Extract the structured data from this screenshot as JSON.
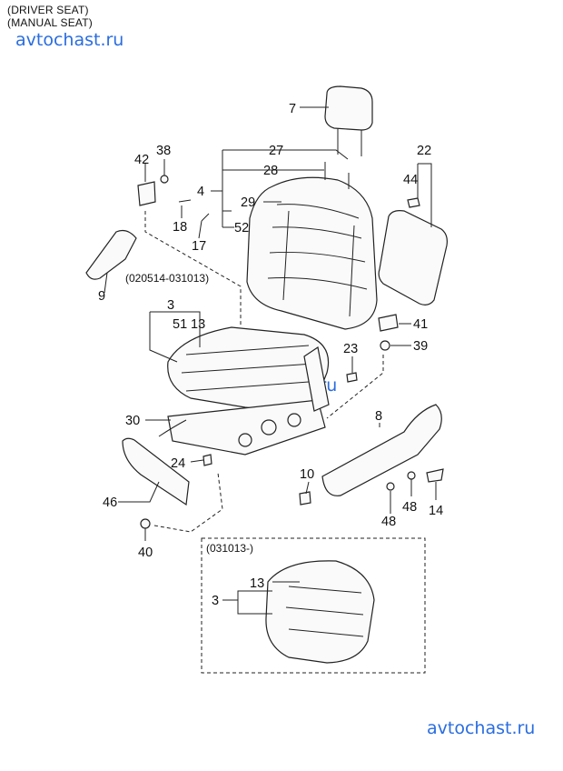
{
  "header": {
    "line1": "(DRIVER SEAT)",
    "line2": "(MANUAL SEAT)"
  },
  "watermark": {
    "text": "avtochast.ru",
    "color": "#2a6de0"
  },
  "variants": {
    "early": "(020514-031013)",
    "late": "(031013-)"
  },
  "callouts": {
    "n7": "7",
    "n27": "27",
    "n22": "22",
    "n38": "38",
    "n42": "42",
    "n28": "28",
    "n4": "4",
    "n44": "44",
    "n29": "29",
    "n18": "18",
    "n52": "52",
    "n17": "17",
    "n9": "9",
    "n3a": "3",
    "n51": "51",
    "n13a": "13",
    "n41": "41",
    "n23": "23",
    "n39": "39",
    "n8": "8",
    "n30": "30",
    "n24": "24",
    "n10": "10",
    "n46": "46",
    "n48a": "48",
    "n48b": "48",
    "n14": "14",
    "n40": "40",
    "n13b": "13",
    "n3b": "3"
  }
}
